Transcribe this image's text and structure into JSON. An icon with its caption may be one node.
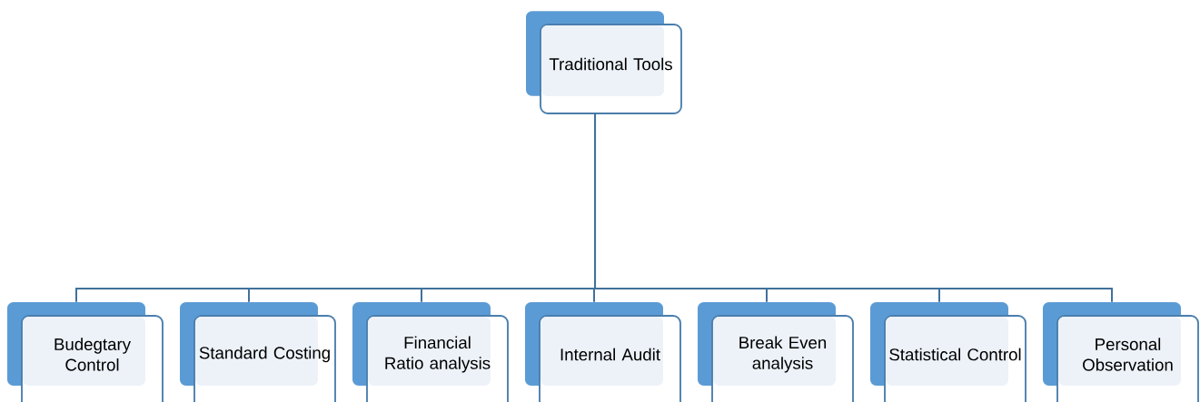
{
  "diagram": {
    "nodes": [
      {
        "text": [
          "Traditional Tools"
        ]
      },
      {
        "text": [
          "Budegtary Control"
        ]
      },
      {
        "text": [
          "Standard Costing"
        ]
      },
      {
        "text": [
          "Financial Ratio analysis"
        ]
      },
      {
        "text": [
          "Internal Audit"
        ]
      },
      {
        "text": [
          "Break Even analysis"
        ]
      },
      {
        "text": [
          "Statistical Control"
        ]
      },
      {
        "text": [
          "Personal Observation"
        ]
      }
    ],
    "edges": [
      {
        "from": 0,
        "to": 1,
        "arrow": "none"
      },
      {
        "from": 0,
        "to": 2,
        "arrow": "none"
      },
      {
        "from": 0,
        "to": 3,
        "arrow": "none"
      },
      {
        "from": 0,
        "to": 4,
        "arrow": "none"
      },
      {
        "from": 0,
        "to": 5,
        "arrow": "none"
      },
      {
        "from": 0,
        "to": 6,
        "arrow": "none"
      },
      {
        "from": 0,
        "to": 7,
        "arrow": "none"
      }
    ]
  }
}
